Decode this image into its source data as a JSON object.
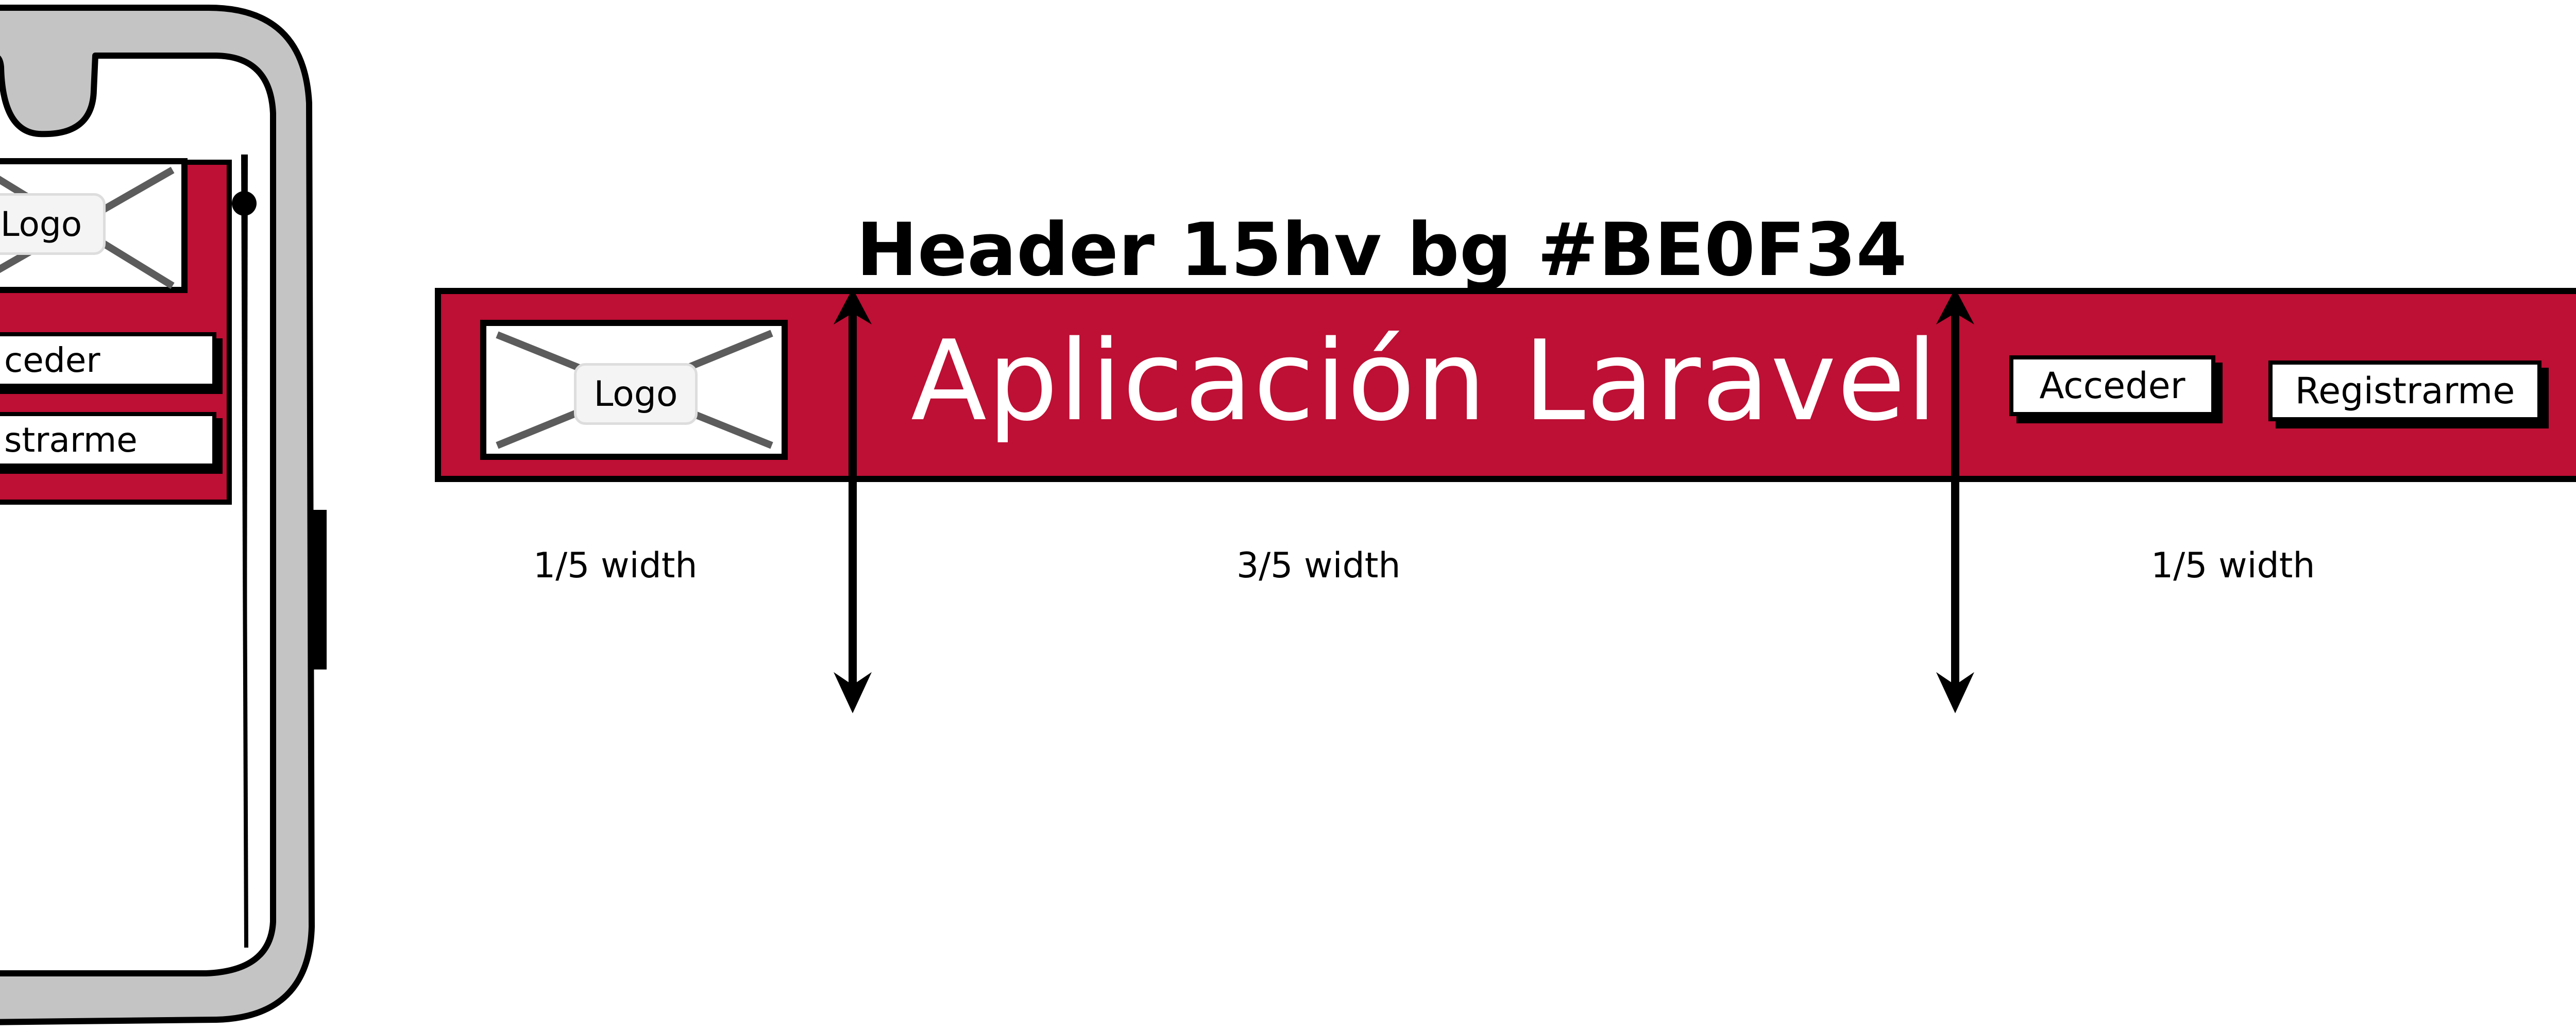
{
  "header_caption": "Header 15hv bg #BE0F34",
  "app_title": "Aplicación Laravel",
  "logo_label": "Logo",
  "buttons": {
    "acceder": "Acceder",
    "registrarme": "Registrarme"
  },
  "mobile": {
    "logo_label": "Logo",
    "acceder_partial": "ceder",
    "registrarme_partial": "strarme"
  },
  "width_labels": {
    "left": "1/5 width",
    "center": "3/5 width",
    "right": "1/5 width"
  },
  "colors": {
    "header_bg": "#BE0F34",
    "phone_frame": "#C4C4C4",
    "outline": "#000000"
  },
  "icons": {
    "logo_placeholder": "image-placeholder-icon",
    "dimension_arrow": "double-arrow-icon"
  }
}
